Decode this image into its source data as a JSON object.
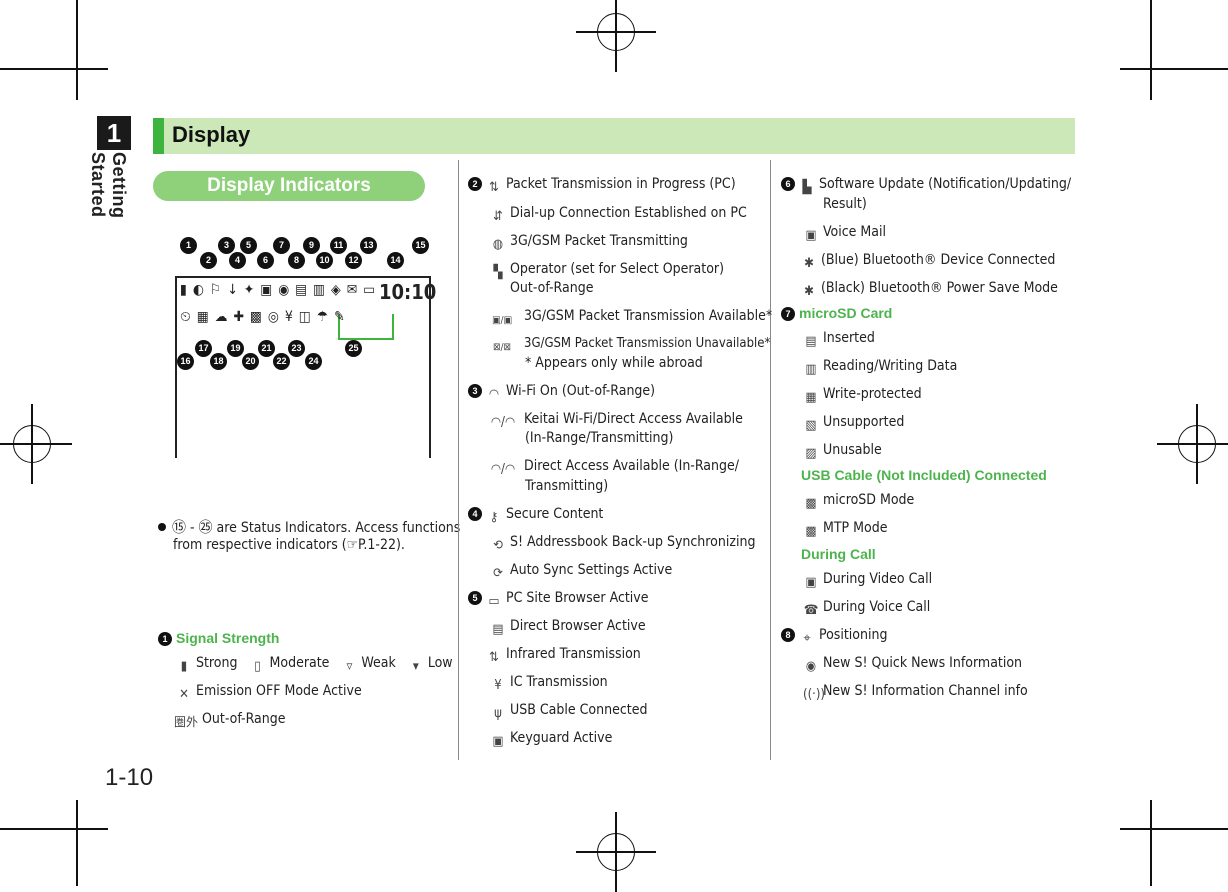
{
  "chapter": {
    "number": "1",
    "name": "Getting Started"
  },
  "page_number": "1-10",
  "section_title": "Display",
  "subsection_title": "Display Indicators",
  "diagram": {
    "clock": "10:10",
    "numbers": [
      "1",
      "2",
      "3",
      "4",
      "5",
      "6",
      "7",
      "8",
      "9",
      "10",
      "11",
      "12",
      "13",
      "14",
      "15",
      "16",
      "17",
      "18",
      "19",
      "20",
      "21",
      "22",
      "23",
      "24",
      "25"
    ]
  },
  "note": {
    "lines": [
      "⑮ - ㉕ are Status Indicators. Access functions",
      "from respective indicators (☞P.1-22)."
    ]
  },
  "col1": {
    "heading": "Signal Strength",
    "heading_num": "1",
    "signal": [
      "Strong",
      "Moderate",
      "Weak",
      "Low"
    ],
    "emission": "Emission OFF Mode Active",
    "out_of_range": "Out-of-Range",
    "out_of_range_icon": "圏外"
  },
  "col2": {
    "items": [
      {
        "num": "2",
        "text": "Packet Transmission in Progress (PC)"
      },
      {
        "text": "Dial-up Connection Established on PC"
      },
      {
        "text": "3G/GSM Packet Transmitting"
      },
      {
        "text": "Operator (set for Select Operator)"
      },
      {
        "text": "Out-of-Range"
      },
      {
        "text": "3G/GSM Packet Transmission Available*"
      },
      {
        "text": "3G/GSM Packet Transmission Unavailable*"
      },
      {
        "text": "* Appears only while abroad"
      },
      {
        "num": "3",
        "text": "Wi-Fi On (Out-of-Range)"
      },
      {
        "text": "Keitai Wi-Fi/Direct Access Available"
      },
      {
        "text": "(In-Range/Transmitting)"
      },
      {
        "text": "Direct Access Available (In-Range/"
      },
      {
        "text": "Transmitting)"
      },
      {
        "num": "4",
        "text": "Secure Content"
      },
      {
        "text": "S! Addressbook Back-up Synchronizing"
      },
      {
        "text": "Auto Sync Settings Active"
      },
      {
        "num": "5",
        "text": "PC Site Browser Active"
      },
      {
        "text": "Direct Browser Active"
      },
      {
        "text": "Infrared Transmission"
      },
      {
        "text": "IC Transmission"
      },
      {
        "text": "USB Cable Connected"
      },
      {
        "text": "Keyguard Active"
      }
    ]
  },
  "col3": {
    "items": [
      {
        "num": "6",
        "text": "Software Update (Notification/Updating/"
      },
      {
        "text": "Result)"
      },
      {
        "text": "Voice Mail"
      },
      {
        "text": "(Blue)   Bluetooth® Device Connected"
      },
      {
        "text": "(Black) Bluetooth® Power Save Mode"
      },
      {
        "num": "7",
        "text": "microSD Card",
        "green": true
      },
      {
        "text": "Inserted"
      },
      {
        "text": "Reading/Writing Data"
      },
      {
        "text": "Write-protected"
      },
      {
        "text": "Unsupported"
      },
      {
        "text": "Unusable"
      },
      {
        "text": "USB Cable (Not Included) Connected",
        "green": true
      },
      {
        "text": "microSD Mode"
      },
      {
        "text": "MTP Mode"
      },
      {
        "text": "During Call",
        "green": true
      },
      {
        "text": "During Video Call"
      },
      {
        "text": "During Voice Call"
      },
      {
        "num": "8",
        "text": "Positioning"
      },
      {
        "text": "New S! Quick News Information"
      },
      {
        "text": "New S! Information Channel info"
      }
    ]
  }
}
